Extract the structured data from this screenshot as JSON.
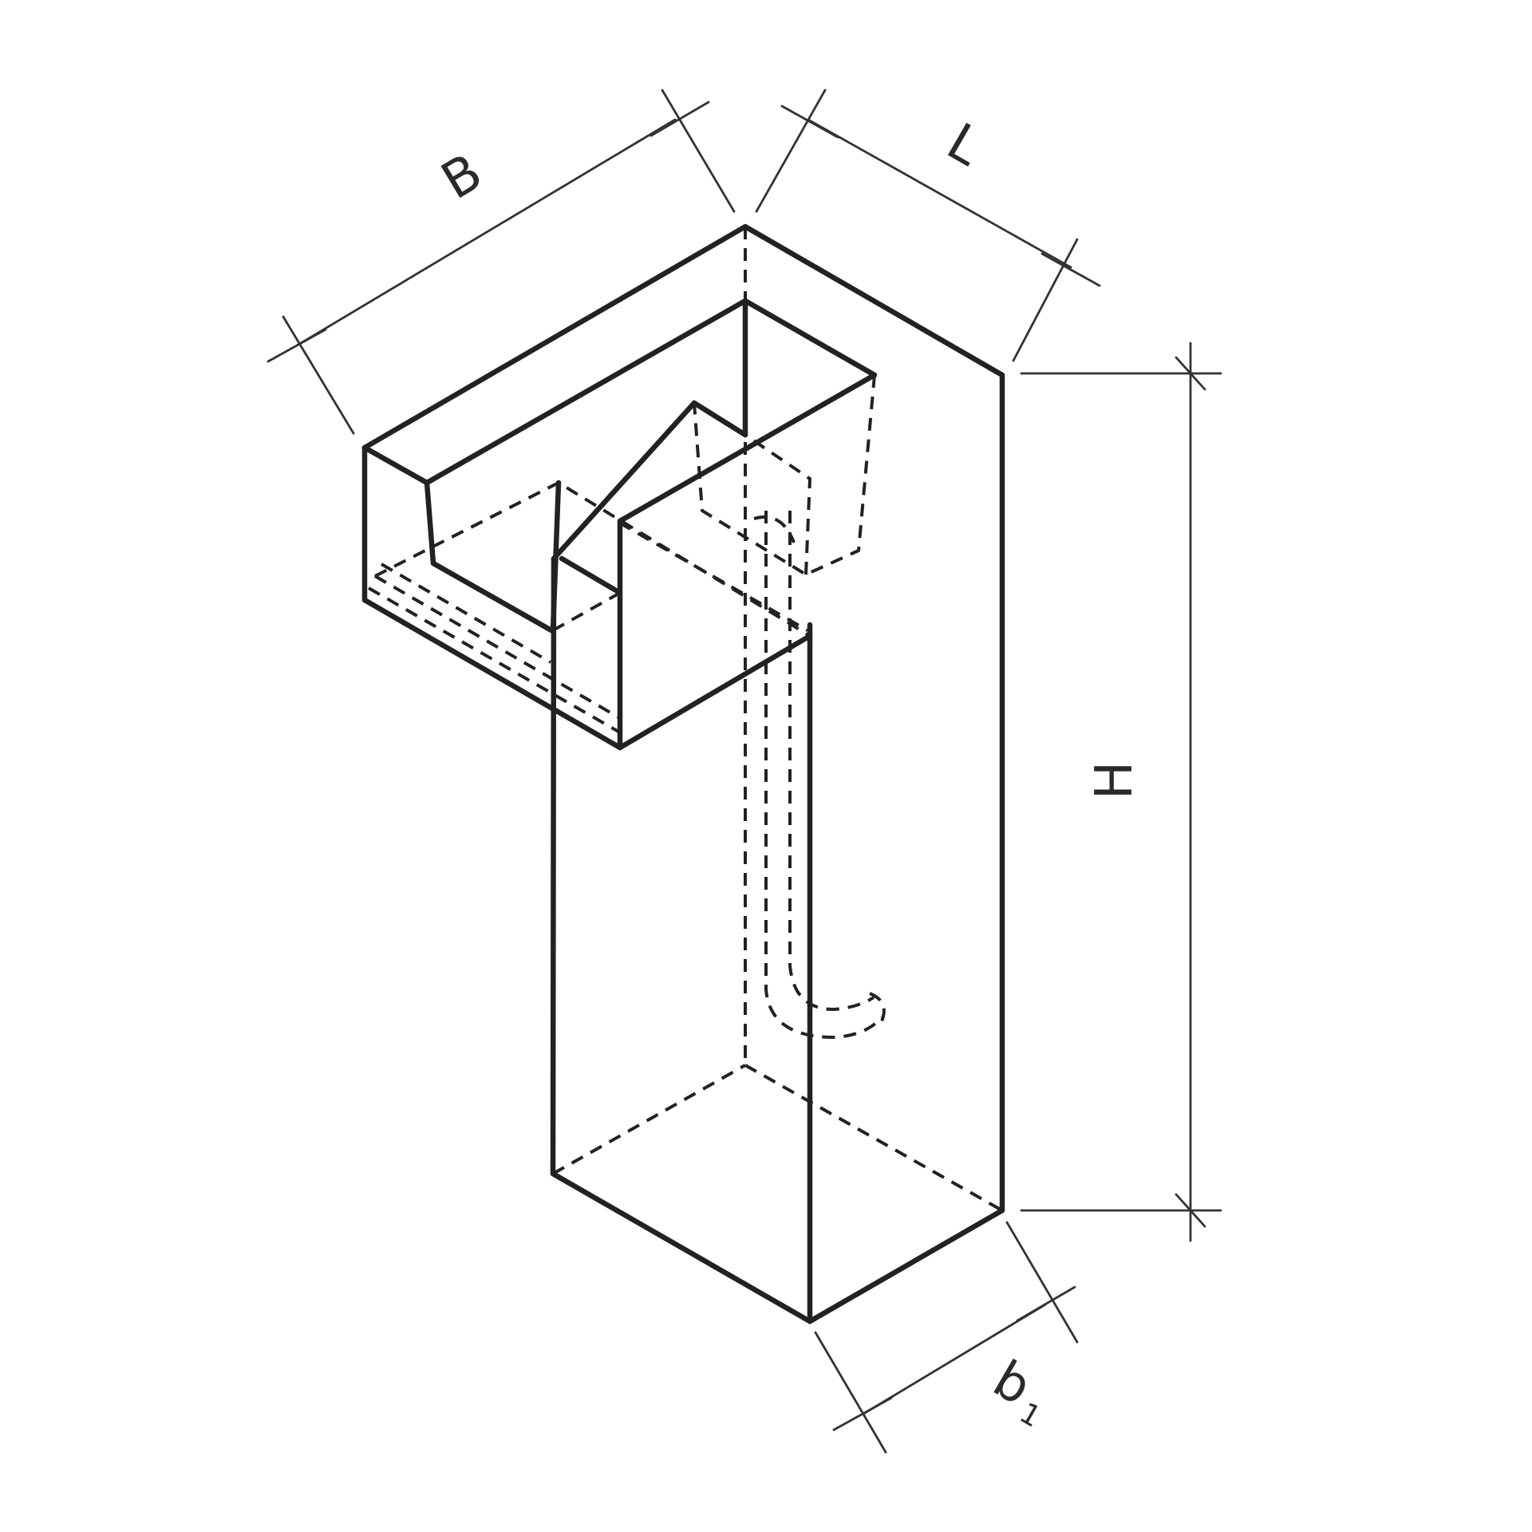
{
  "dimensions": {
    "width_label": "B",
    "length_label": "L",
    "height_label": "H",
    "base_label": "b",
    "base_label_sub": "1"
  }
}
